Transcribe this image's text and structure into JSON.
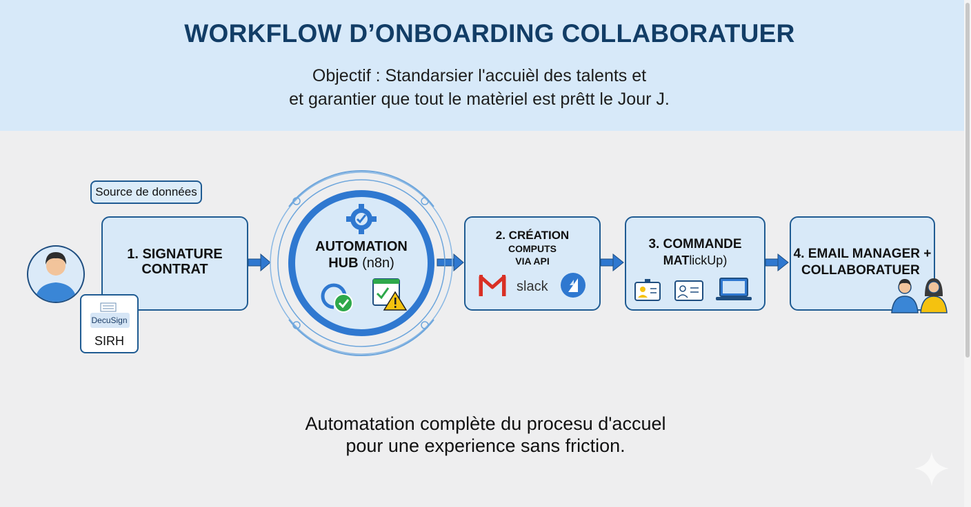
{
  "header": {
    "title": "WORKFLOW D’ONBOARDING COLLABORATUER",
    "subtitle_line1": "Objectif : Standarsier l'accuièl des talents et",
    "subtitle_line2": "et garantier que tout le matèriel est prêtt le Jour J."
  },
  "source": {
    "bubble_label": "Source de données",
    "card_logo_text": "DecuSign",
    "card_label": "SIRH"
  },
  "steps": {
    "step1_line1": "1. SIGNATURE",
    "step1_line2": "CONTRAT",
    "hub_line1": "AUTOMATION",
    "hub_line2_bold": "HUB",
    "hub_line2_rest": " (n8n)",
    "step2_line1": "2. CRÉATION",
    "step2_line2": "COMPUTS",
    "step2_line3": "VIA API",
    "step2_slack": "slack",
    "step3_line1": "3. COMMANDE",
    "step3_line2_bold": "MAT",
    "step3_line2_rest": "lickUp)",
    "step4_line1": "4. EMAIL MANAGER +",
    "step4_line2": "COLLABORATUER"
  },
  "footer": {
    "line1": "Automatation complète du procesu d'accuel",
    "line2": "pour une experience sans friction."
  },
  "colors": {
    "header_bg": "#d7e9f9",
    "title": "#123d66",
    "box_fill": "#d8e9f8",
    "box_border": "#1f5b92",
    "accent_blue": "#2f78d0",
    "gmail_red": "#d93025",
    "check_green": "#2ea84a",
    "warning_yellow": "#f5c20f"
  },
  "icons": [
    "user-avatar-icon",
    "document-icon",
    "gear-check-icon",
    "sync-check-icon",
    "window-warning-icon",
    "gmail-icon",
    "jira-icon",
    "id-badge-icon",
    "id-card-icon",
    "laptop-icon",
    "team-users-icon",
    "sparkle-icon"
  ]
}
